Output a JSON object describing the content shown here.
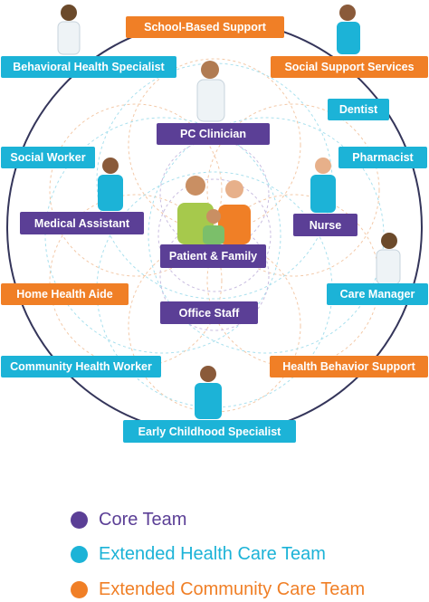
{
  "colors": {
    "core": "#5b3f96",
    "extended_health": "#1cb3d7",
    "extended_community": "#f07f26",
    "ring": "#3a3a5a"
  },
  "center": {
    "label": "Patient & Family"
  },
  "core_team": {
    "pc_clinician": "PC Clinician",
    "medical_assistant": "Medical Assistant",
    "nurse": "Nurse",
    "office_staff": "Office Staff"
  },
  "extended_health_team": {
    "behavioral_health_specialist": "Behavioral Health Specialist",
    "dentist": "Dentist",
    "social_worker": "Social Worker",
    "pharmacist": "Pharmacist",
    "care_manager": "Care Manager",
    "community_health_worker": "Community Health Worker",
    "early_childhood_specialist": "Early Childhood Specialist"
  },
  "extended_community_team": {
    "school_based_support": "School-Based Support",
    "social_support_services": "Social Support Services",
    "home_health_aide": "Home Health Aide",
    "health_behavior_support": "Health Behavior Support"
  },
  "legend": {
    "core": "Core Team",
    "extended_health": "Extended Health Care Team",
    "extended_community": "Extended Community Care Team"
  }
}
